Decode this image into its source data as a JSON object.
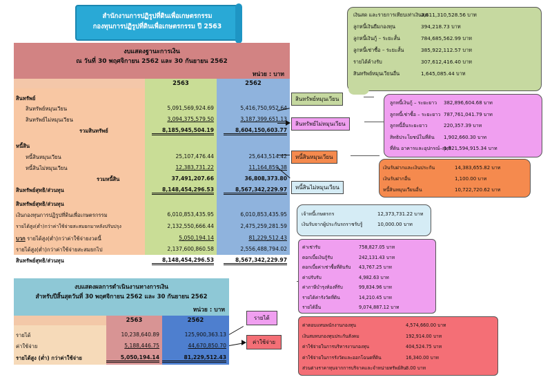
{
  "banner": {
    "line1": "สำนักงานการปฏิรูปที่ดินเพื่อเกษตรกรรม",
    "line2": "กองทุนการปฏิรูปที่ดินเพื่อเกษตรกรรม  ปี 2563"
  },
  "balance_sheet": {
    "title": "งบแสดงฐานะการเงิน",
    "subtitle": "ณ  วันที่ 30 พฤศจิกายน 2562 และ 30 กันยายน 2562",
    "unit": "หน่วย : บาท",
    "col1": "2563",
    "col2": "2562",
    "rows": [
      {
        "label": "สินทรัพย์",
        "v1": "",
        "v2": ""
      },
      {
        "label": "สินทรัพย์หมุนเวียน",
        "v1": "5,091,569,924.69",
        "v2": "5,416,750,952.64"
      },
      {
        "label": "สินทรัพย์ไม่หมุนเวียน",
        "v1": "3,094,375,579.50",
        "v2": "3,187,399,651.13"
      },
      {
        "label": "รวมสินทรัพย์",
        "v1": "8,185,945,504.19",
        "v2": "8,604,150,603.77"
      },
      {
        "label": "หนี้สิน",
        "v1": "",
        "v2": ""
      },
      {
        "label": "หนี้สินหมุนเวียน",
        "v1": "25,107,476.44",
        "v2": "25,643,514.42"
      },
      {
        "label": "หนี้สินไม่หมุนเวียน",
        "v1": "12,383,731.22",
        "v2": "11,164,859.38"
      },
      {
        "label": "รวมหนี้สิน",
        "v1": "37,491,207.66",
        "v2": "36,808,373.80"
      },
      {
        "label": "สินทรัพย์สุทธิ/ส่วนทุน",
        "v1": "8,148,454,296.53",
        "v2": "8,567,342,229.97"
      },
      {
        "label": "สินทรัพย์สุทธิ/ส่วนทุน",
        "v1": "",
        "v2": ""
      },
      {
        "label": "เงินกองทุนการปฏิรูปที่ดินเพื่อเกษตรกรรม",
        "v1": "6,010,853,435.95",
        "v2": "6,010,853,435.95"
      },
      {
        "label": "รายได้สูง(ต่ำ)กว่าค่าใช้จ่ายสะสมยกมาหลังปรับปรุง",
        "v1": "2,132,550,666.44",
        "v2": "2,475,259,281.59"
      },
      {
        "label_u": "บวก",
        "label": " รายได้สูง(ต่ำ)กว่าค่าใช้จ่ายงวดนี้",
        "v1": "5,050,194.14",
        "v2": "81,229,512.43"
      },
      {
        "label": "รายได้สูง(ต่ำ)กว่าค่าใช้จ่ายสะสมยกไป",
        "v1": "2,137,600,860.58",
        "v2": "2,556,488,794.02"
      },
      {
        "label": "สินทรัพย์สุทธิ/ส่วนทุน",
        "v1": "8,148,454,296.53",
        "v2": "8,567,342,229.97"
      }
    ]
  },
  "income_statement": {
    "title": "งบแสดงผลการดำเนินงานทางการเงิน",
    "subtitle": "สำหรับปีสิ้นสุดวันที่ 30 พฤศจิกายน 2562 และ 30 กันยายน 2562",
    "unit": "หน่วย : บาท",
    "col1": "2563",
    "col2": "2562",
    "rows": [
      {
        "label": "รายได้",
        "v1": "10,238,640.89",
        "v2": "125,900,363.13"
      },
      {
        "label": "ค่าใช้จ่าย",
        "v1": "5,188,446.75",
        "v2": "44,670,850.70"
      },
      {
        "label": "รายได้สูง (ต่ำ) กว่าค่าใช้จ่าย",
        "v1": "5,050,194.14",
        "v2": "81,229,512.43"
      }
    ]
  },
  "tags": {
    "current_assets": "สินทรัพย์หมุนเวียน",
    "noncurrent_assets": "สินทรัพย์ไม่หมุนเวียน",
    "current_liab": "หนี้สินหมุนเวียน",
    "noncurrent_liab": "หนี้สินไม่หมุนเวียน",
    "revenue": "รายได้",
    "expense": "ค่าใช้จ่าย"
  },
  "callouts": {
    "current_assets": [
      {
        "label": "เงินสด และรายการเทียบเท่าเงินสด",
        "value": "3,611,310,528.56 บาท"
      },
      {
        "label": "ลูกหนี้เงินยืมกองทุน",
        "value": "394,218.73 บาท"
      },
      {
        "label": "ลูกหนี้เงินกู้ – ระยะสั้น",
        "value": "784,685,562.99 บาท"
      },
      {
        "label": "ลูกหนี้เช่าซื้อ – ระยะสั้น",
        "value": "385,922,112.57 บาท"
      },
      {
        "label": "รายได้ค้างรับ",
        "value": "307,612,416.40 บาท"
      },
      {
        "label": "สินทรัพย์หมุนเวียนอื่น",
        "value": "1,645,085.44 บาท"
      }
    ],
    "noncurrent_assets": [
      {
        "label": "ลูกหนี้เงินกู้ – ระยะยาว",
        "value": "382,896,604.68 บาท"
      },
      {
        "label": "ลูกหนี้เช่าซื้อ – ระยะยาว",
        "value": "787,761,041.79 บาท"
      },
      {
        "label": "ลูกหนี้อื่นระยะยาว",
        "value": "220,357.39 บาท"
      },
      {
        "label": "สิทธิประโยชน์ในที่ดิน",
        "value": "1,902,660.30 บาท"
      },
      {
        "label": "ที่ดิน อาคารและอุปกรณ์–สุทธิ",
        "value": "1,921,594,915.34 บาท"
      }
    ],
    "current_liab": [
      {
        "label": "เงินรับฝากและเงินประกัน",
        "value": "14,383,655.82 บาท"
      },
      {
        "label": "เงินรับฝากอื่น",
        "value": "1,100.00 บาท"
      },
      {
        "label": "หนี้สินหมุนเวียนอื่น",
        "value": "10,722,720.62 บาท"
      }
    ],
    "noncurrent_liab": [
      {
        "label": "เจ้าหนี้เกษตรกร",
        "value": "12,373,731.22 บาท"
      },
      {
        "label": "เงินรับจากผู้ประกันรถราชรับรู้",
        "value": "10,000.00 บาท"
      }
    ],
    "revenue": [
      {
        "label": "ค่าเช่ารับ",
        "value": "758,827.05 บาท"
      },
      {
        "label": "ดอกเบี้ยเงินกู้รับ",
        "value": "242,131.43 บาท"
      },
      {
        "label": "ดอกเบี้ยค่าเช่าซื้อที่ดินรับ",
        "value": "43,767.25 บาท"
      },
      {
        "label": "ค่าปรับรับ",
        "value": "4,982.63 บาท"
      },
      {
        "label": "ค่าภาษีบำรุงท้องที่รับ",
        "value": "99,834.96 บาท"
      },
      {
        "label": "รายได้ค่ารังวัดที่ดิน",
        "value": "14,210.45 บาท"
      },
      {
        "label": "รายได้อื่น",
        "value": "9,074,887.12 บาท"
      }
    ],
    "expense": [
      {
        "label": "ค่าตอบแทนพนักงานกองทุน",
        "value": "4,574,660.00 บาท"
      },
      {
        "label": "เงินสมทบกองทุนประกันสังคม",
        "value": "192,914.00 บาท"
      },
      {
        "label": "ค่าใช้จ่ายในการบริหารงานกองทุน",
        "value": "404,524.75 บาท"
      },
      {
        "label": "ค่าใช้จ่ายในการรังวัดและออกโฉนดที่ดิน",
        "value": "16,340.00 บาท"
      },
      {
        "label": "ส่วนต่างราคาทุนจากการบริจาคและจำหน่ายทรัพย์สิน",
        "value": "8.00 บาท"
      }
    ]
  },
  "colors": {
    "banner": "#29a9d6",
    "bs_header": "#d28383",
    "col2563": "#c9dd96",
    "col2562": "#8fb3dd",
    "green_bubble": "#c6d9a0",
    "pink_bubble": "#f09ff0",
    "orange_bubble": "#f58a4e",
    "light_blue_bubble": "#d5ecf5",
    "red_bubble": "#f46f76"
  }
}
